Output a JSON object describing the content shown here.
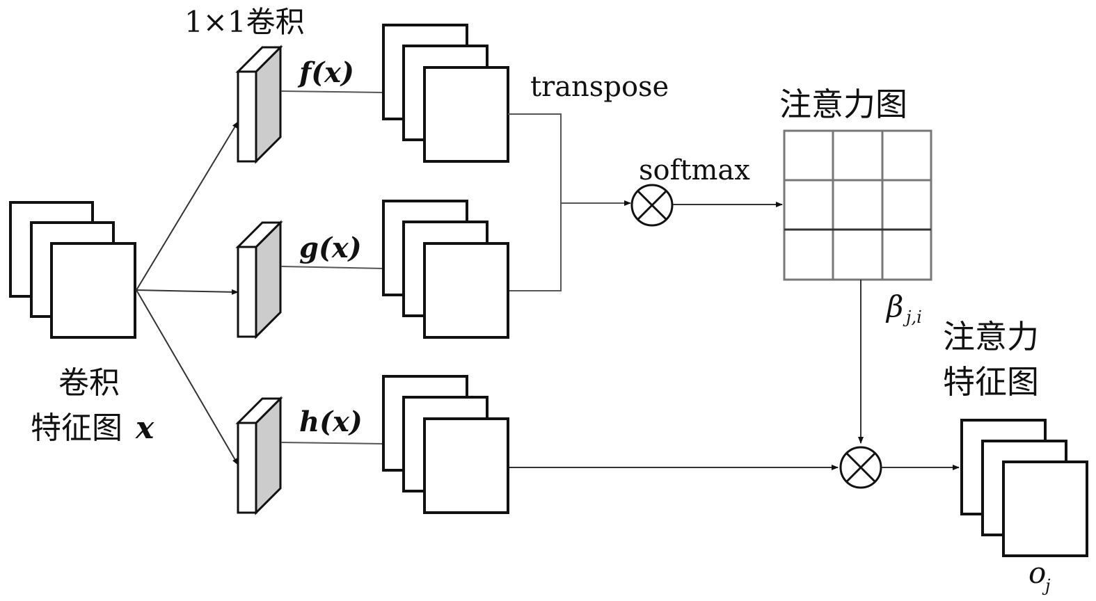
{
  "diagram": {
    "title": "Self-attention module",
    "labels": {
      "conv1x1": "1×1卷积",
      "input_line1": "卷积",
      "input_line2": "特征图",
      "input_var": "x",
      "f": "f(x)",
      "g": "g(x)",
      "h": "h(x)",
      "transpose": "transpose",
      "softmax": "softmax",
      "attention_map": "注意力图",
      "beta": "β",
      "beta_sub": "j,i",
      "output_line1": "注意力",
      "output_line2": "特征图",
      "output_var": "o",
      "output_sub": "j"
    },
    "nodes": [
      {
        "id": "input",
        "type": "feature-map-stack",
        "label": "卷积特征图x"
      },
      {
        "id": "conv_f",
        "type": "conv-block",
        "label": "1×1卷积"
      },
      {
        "id": "conv_g",
        "type": "conv-block"
      },
      {
        "id": "conv_h",
        "type": "conv-block"
      },
      {
        "id": "fmap_f",
        "type": "feature-map-stack",
        "label": "f(x)"
      },
      {
        "id": "fmap_g",
        "type": "feature-map-stack",
        "label": "g(x)"
      },
      {
        "id": "fmap_h",
        "type": "feature-map-stack",
        "label": "h(x)"
      },
      {
        "id": "mult1",
        "type": "multiply",
        "label": "softmax"
      },
      {
        "id": "attn",
        "type": "grid-3x3",
        "label": "注意力图"
      },
      {
        "id": "mult2",
        "type": "multiply"
      },
      {
        "id": "output",
        "type": "feature-map-stack",
        "label": "注意力特征图 o_j"
      }
    ],
    "edges": [
      {
        "from": "input",
        "to": "conv_f"
      },
      {
        "from": "input",
        "to": "conv_g"
      },
      {
        "from": "input",
        "to": "conv_h"
      },
      {
        "from": "conv_f",
        "to": "fmap_f"
      },
      {
        "from": "conv_g",
        "to": "fmap_g"
      },
      {
        "from": "conv_h",
        "to": "fmap_h"
      },
      {
        "from": "fmap_f",
        "to": "mult1",
        "label": "transpose"
      },
      {
        "from": "fmap_g",
        "to": "mult1"
      },
      {
        "from": "mult1",
        "to": "attn"
      },
      {
        "from": "attn",
        "to": "mult2",
        "label": "β_{j,i}"
      },
      {
        "from": "fmap_h",
        "to": "mult2"
      },
      {
        "from": "mult2",
        "to": "output"
      }
    ]
  }
}
